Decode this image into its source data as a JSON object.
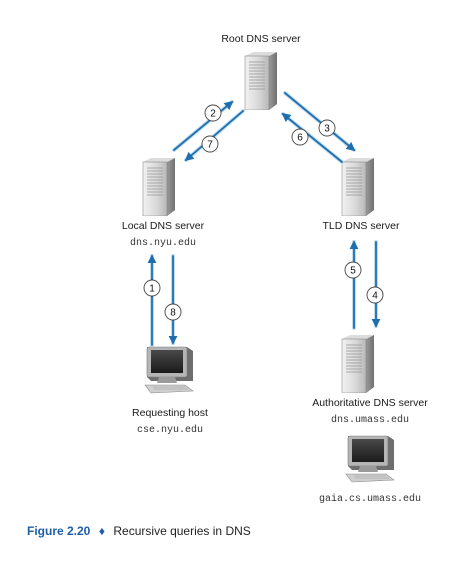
{
  "nodes": {
    "root": {
      "label": "Root DNS server"
    },
    "local": {
      "label": "Local DNS server",
      "host": "dns.nyu.edu"
    },
    "tld": {
      "label": "TLD DNS server"
    },
    "requesting": {
      "label": "Requesting host",
      "host": "cse.nyu.edu"
    },
    "authoritative": {
      "label": "Authoritative DNS server",
      "host": "dns.umass.edu"
    },
    "target": {
      "host": "gaia.cs.umass.edu"
    }
  },
  "steps": [
    "1",
    "2",
    "3",
    "4",
    "5",
    "6",
    "7",
    "8"
  ],
  "caption": {
    "figure": "Figure 2.20",
    "separator": "♦",
    "text": "Recursive queries in DNS"
  },
  "colors": {
    "arrow": "#1e6fae",
    "arrow_track": "#bfdcef",
    "server_light": "#e6e6e6",
    "server_dark": "#8e8e8e",
    "caption_accent": "#1e5ea8"
  }
}
